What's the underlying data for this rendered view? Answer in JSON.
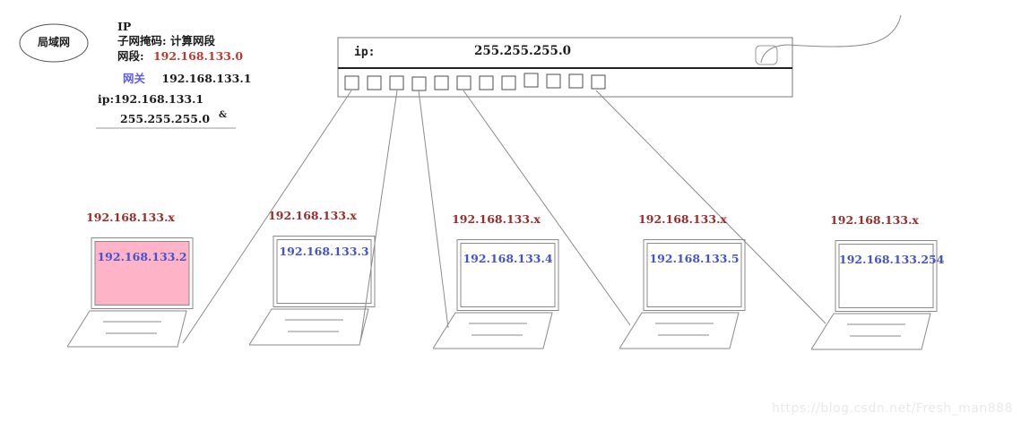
{
  "colors": {
    "red-label": "#9b2c2c",
    "segment-red": "#c0392e",
    "ip-blue": "#4353cf",
    "gateway-blue": "#5b5bef",
    "screen-pink": "#ffb3c6",
    "stroke-gray": "#8a8a8a",
    "watermark-gray": "#e9e9e9"
  },
  "lan_bubble": "局域网",
  "annotations": {
    "ip_heading": "IP",
    "subnet_line": "子网掩码: 计算网段",
    "segment_label": "网段:",
    "segment_value": "192.168.133.0",
    "gateway_label": "网关",
    "gateway_value": "192.168.133.1",
    "router_ip_line": "ip:192.168.133.1",
    "mask_line": "255.255.255.0",
    "and_operator": "&"
  },
  "switch": {
    "ip_label": "ip:",
    "mask_value": "255.255.255.0",
    "port_count": 12
  },
  "laptops": [
    {
      "label": "192.168.133.x",
      "ip": "192.168.133.2",
      "highlighted": true
    },
    {
      "label": "192.168.133.x",
      "ip": "192.168.133.3",
      "highlighted": false
    },
    {
      "label": "192.168.133.x",
      "ip": "192.168.133.4",
      "highlighted": false
    },
    {
      "label": "192.168.133.x",
      "ip": "192.168.133.5",
      "highlighted": false
    },
    {
      "label": "192.168.133.x",
      "ip": "192.168.133.254",
      "highlighted": false
    }
  ],
  "watermark": "https://blog.csdn.net/Fresh_man888"
}
